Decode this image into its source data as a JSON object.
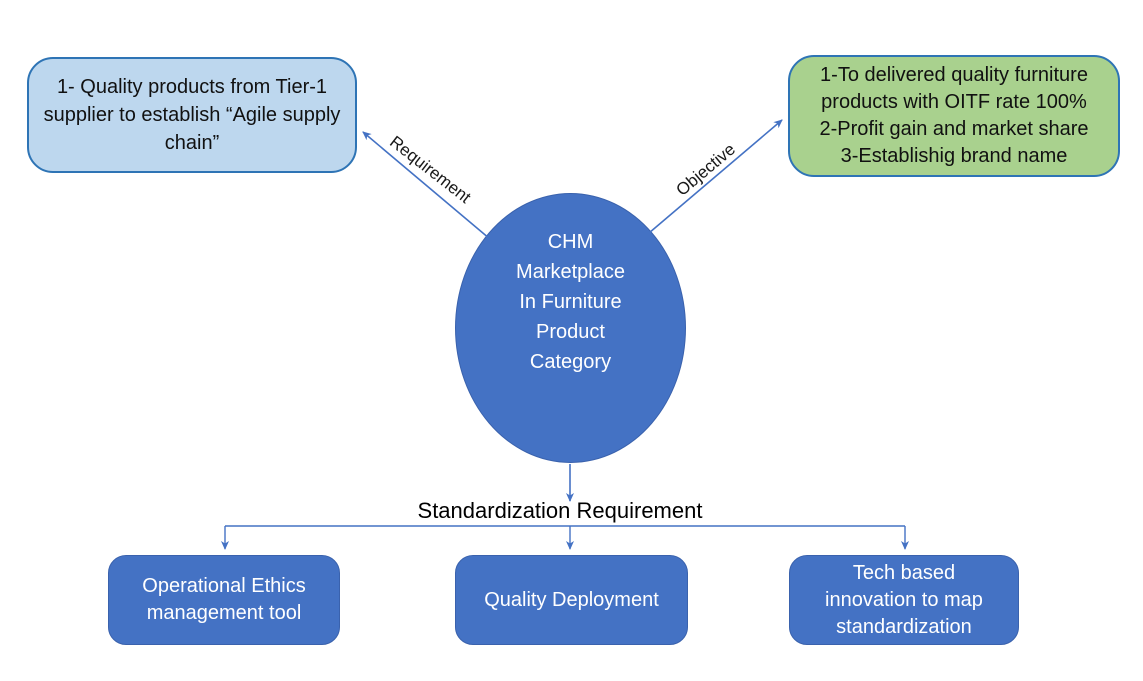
{
  "diagram": {
    "colors": {
      "primary_blue": "#4472c4",
      "light_blue_fill": "#bdd7ee",
      "green_fill": "#a9d18e",
      "box_border_blue": "#2e74b5",
      "connector_blue": "#4472c4",
      "text_white": "#ffffff",
      "text_black": "#111111"
    },
    "center_node": {
      "lines": [
        "CHM",
        "Marketplace",
        "In Furniture",
        "Product",
        "Category"
      ]
    },
    "requirement_box": {
      "lines": [
        "1- Quality products from Tier-1",
        "supplier to establish “Agile supply",
        "chain”"
      ]
    },
    "objective_box": {
      "lines": [
        "1-To delivered quality furniture",
        "products with OITF rate 100%",
        "2-Profit gain and market share",
        "3-Establishig brand name"
      ]
    },
    "edge_labels": {
      "requirement": "Requirement",
      "objective": "Objective",
      "standardization": "Standardization Requirement"
    },
    "bottom_boxes": [
      {
        "lines": [
          "Operational Ethics",
          "management tool"
        ]
      },
      {
        "lines": [
          "Quality Deployment"
        ]
      },
      {
        "lines": [
          "Tech based",
          "innovation to map",
          "standardization"
        ]
      }
    ]
  }
}
